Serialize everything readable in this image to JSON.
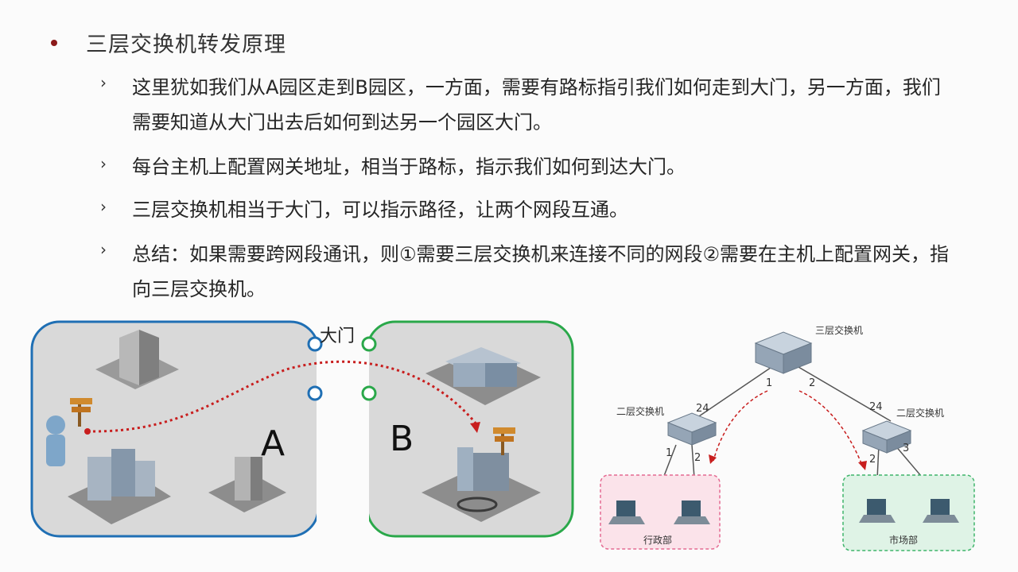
{
  "main": {
    "title": "三层交换机转发原理"
  },
  "bullets": [
    "这里犹如我们从A园区走到B园区，一方面，需要有路标指引我们如何走到大门，另一方面，我们需要知道从大门出去后如何到达另一个园区大门。",
    "每台主机上配置网关地址，相当于路标，指示我们如何到达大门。",
    "三层交换机相当于大门，可以指示路径，让两个网段互通。",
    "总结：如果需要跨网段通讯，则①需要三层交换机来连接不同的网段②需要在主机上配置网关，指向三层交换机。"
  ],
  "left_diagram": {
    "gate_label": "大门",
    "zone_a_label": "A",
    "zone_b_label": "B",
    "colors": {
      "zone_a": "#1f6fb4",
      "zone_b": "#2aa84a",
      "path": "#c81e1e"
    }
  },
  "right_diagram": {
    "core_switch_label": "三层交换机",
    "left_switch_label": "二层交换机",
    "right_switch_label": "二层交换机",
    "port_1": "1",
    "port_2": "2",
    "port_24_left": "24",
    "port_24_right": "24",
    "left_port_1": "1",
    "left_port_2": "2",
    "right_port_2": "2",
    "right_port_3": "3",
    "left_group_label": "行政部",
    "right_group_label": "市场部",
    "colors": {
      "left_group": "#e56a92",
      "right_group": "#3fb56b"
    }
  }
}
